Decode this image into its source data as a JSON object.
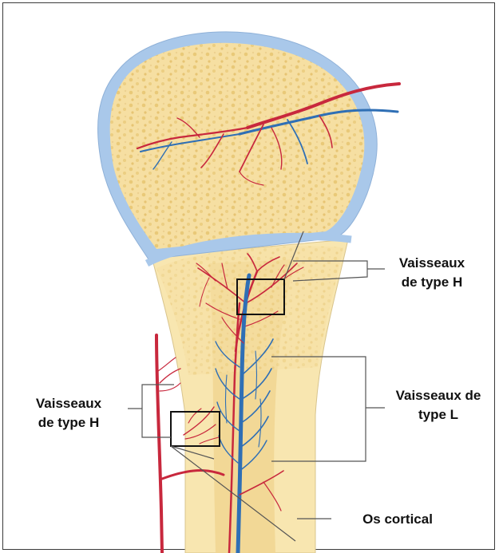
{
  "labels": {
    "type_h_top": [
      "Vaisseaux",
      "de type H"
    ],
    "type_h_left": [
      "Vaisseaux",
      "de type H"
    ],
    "type_l": [
      "Vaisseaux de",
      "type L"
    ],
    "cortical": "Os cortical"
  },
  "colors": {
    "bone": "#f7e4a9",
    "bone_dark": "#ead08a",
    "cartilage": "#a9c8ea",
    "artery": "#c8283d",
    "vein": "#2f6fb5",
    "leader": "#555555",
    "box": "#111111"
  }
}
